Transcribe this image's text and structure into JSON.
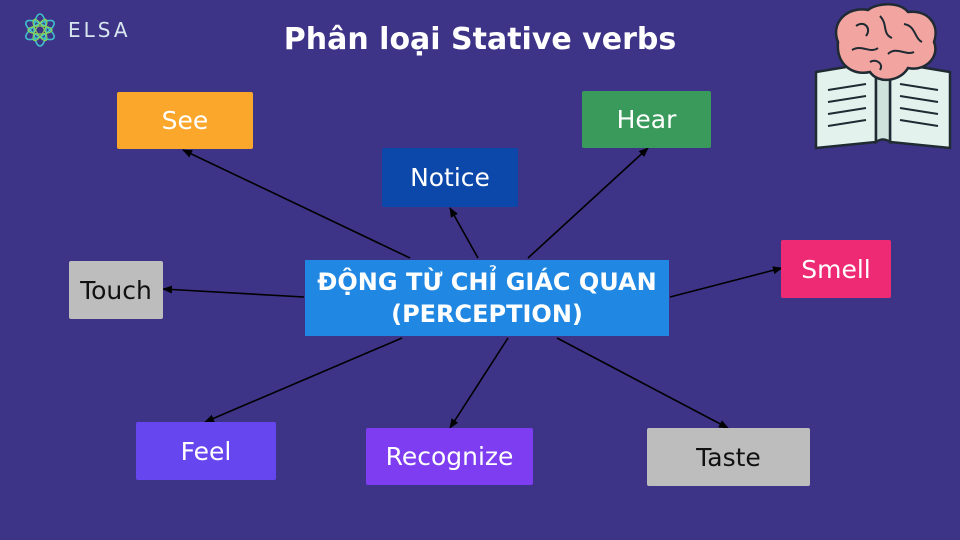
{
  "logo": {
    "text": "ELSA",
    "icon": "elsa-flower-icon"
  },
  "title": "Phân loại Stative verbs",
  "center": {
    "line1": "ĐỘNG TỪ CHỈ GIÁC QUAN",
    "line2": "(PERCEPTION)",
    "color": "#2088e3"
  },
  "nodes": [
    {
      "label": "See",
      "color": "#fba72b"
    },
    {
      "label": "Notice",
      "color": "#0c48aa"
    },
    {
      "label": "Hear",
      "color": "#3a9a5b"
    },
    {
      "label": "Touch",
      "color": "#bdbdbd"
    },
    {
      "label": "Smell",
      "color": "#ef2a74"
    },
    {
      "label": "Feel",
      "color": "#6546ef"
    },
    {
      "label": "Recognize",
      "color": "#7e3df0"
    },
    {
      "label": "Taste",
      "color": "#bdbdbd"
    }
  ],
  "illustration": "brain-on-book-icon"
}
